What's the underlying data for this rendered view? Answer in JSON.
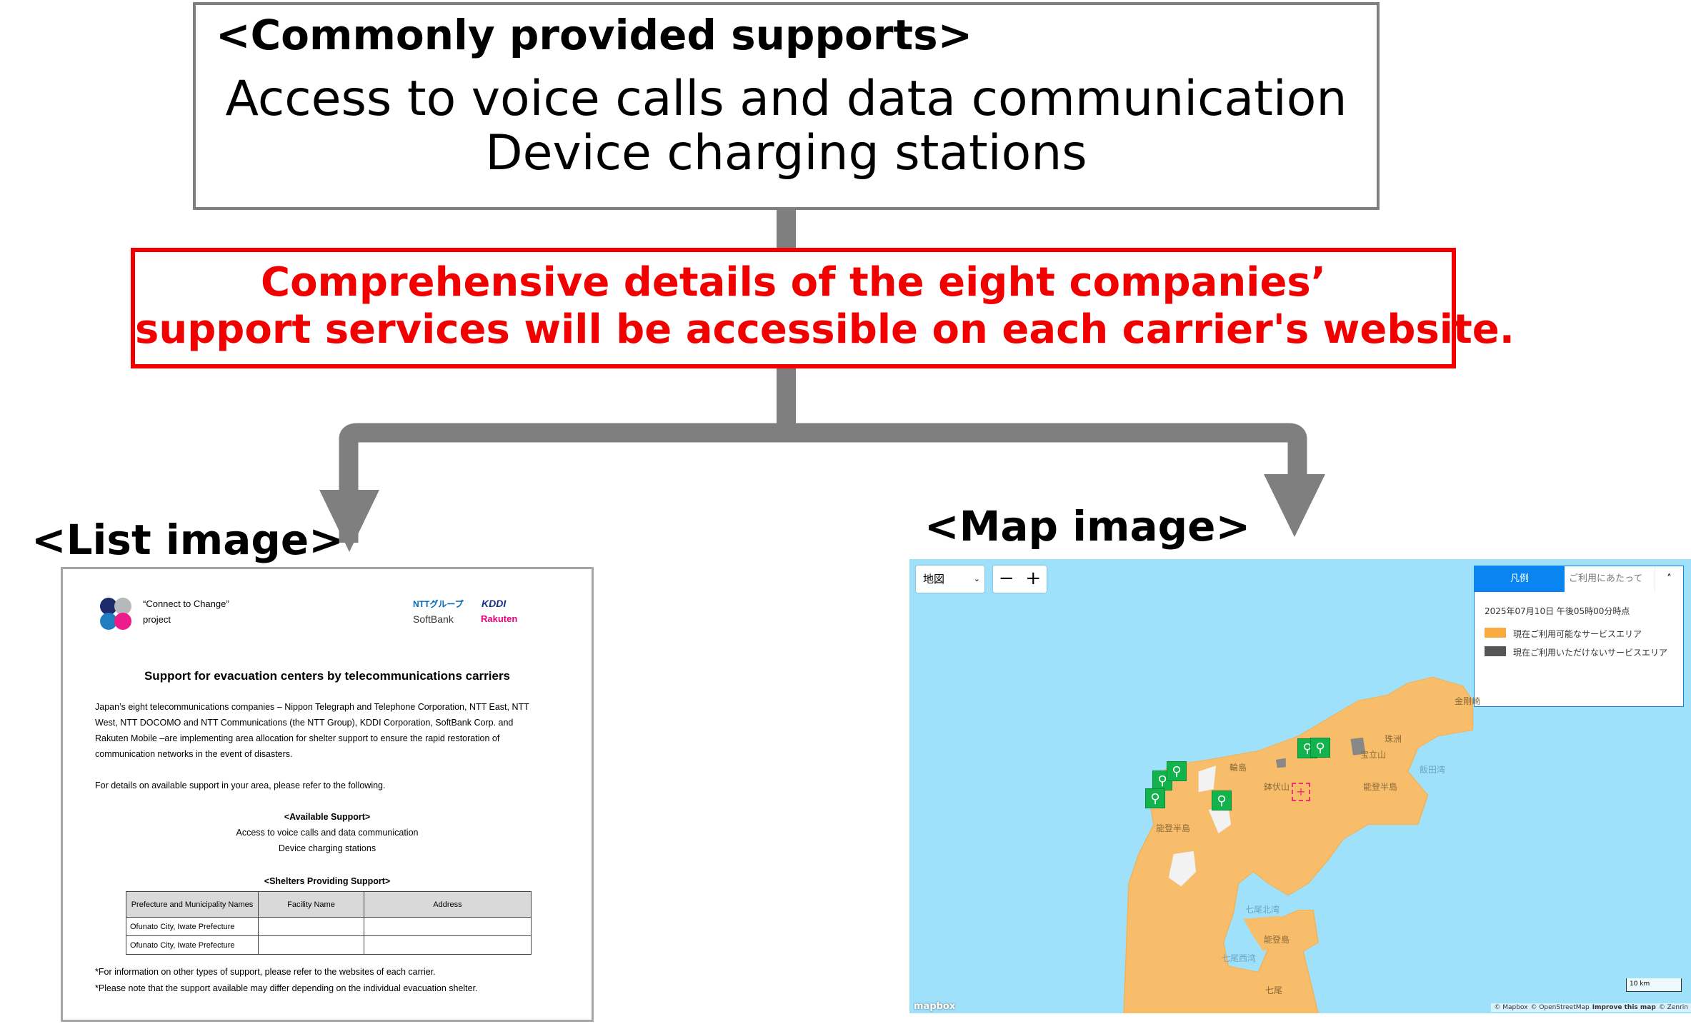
{
  "top_box": {
    "title": "<Commonly provided supports>",
    "lines": [
      "Access to voice calls and data communication",
      "Device charging stations"
    ]
  },
  "red_box": {
    "lines": [
      "Comprehensive details of the eight companies’",
      "support services will be accessible on each carrier's website."
    ]
  },
  "list_label": "<List image>",
  "map_label": "<Map image>",
  "doc": {
    "logo_text": [
      "“Connect to Change”",
      "project"
    ],
    "carrier_logos": [
      "NTTグループ",
      "KDDI",
      "SoftBank",
      "Rakuten"
    ],
    "title": "Support for evacuation centers by telecommunications carriers",
    "body_lines": [
      "Japan’s eight telecommunications companies – Nippon Telegraph and Telephone Corporation, NTT East, NTT",
      "West, NTT DOCOMO and NTT Communications (the NTT Group), KDDI Corporation, SoftBank Corp. and",
      "Rakuten Mobile –are implementing area allocation for shelter support to ensure the rapid restoration of",
      "communication networks in the event of disasters."
    ],
    "refer_line": "For details on available support in your area, please refer to the following.",
    "available_heading": "<Available Support>",
    "available_items": [
      "Access to voice calls and data communication",
      "Device charging stations"
    ],
    "shelters_heading": "<Shelters Providing Support>",
    "table": {
      "headers": [
        "Prefecture and Municipality Names",
        "Facility Name",
        "Address"
      ],
      "rows": [
        [
          "Ofunato City, Iwate Prefecture",
          "",
          ""
        ],
        [
          "Ofunato City, Iwate Prefecture",
          "",
          ""
        ]
      ]
    },
    "notes": [
      "*For information on other types of support, please refer to the websites of each carrier.",
      "*Please note that the support available may differ depending on the individual evacuation shelter."
    ]
  },
  "map": {
    "layer_select": "地図",
    "zoom_out": "−",
    "zoom_in": "+",
    "legend_tab": "凡例",
    "usage_tab": "ご利用にあたって",
    "collapse": "˄",
    "timestamp": "2025年07月10日 午後05時00分時点",
    "legend_items": [
      {
        "label": "現在ご利用可能なサービスエリア",
        "color": "#f9ab40"
      },
      {
        "label": "現在ご利用いただけないサービスエリア",
        "color": "#555555"
      }
    ],
    "place_labels": [
      "輪島",
      "珠洲",
      "宝立山",
      "鉢伏山",
      "能登半島",
      "能登半島",
      "能登島",
      "七尾",
      "金剛崎"
    ],
    "water_labels": [
      "飯田湾",
      "七尾北湾",
      "七尾西湾"
    ],
    "scale": "10 km",
    "logo": "mapbox",
    "attribution": [
      "© Mapbox",
      "© OpenStreetMap",
      "Improve this map",
      "© Zenrin"
    ]
  },
  "colors": {
    "accent_red": "#f20000",
    "connector_gray": "#7f7f7f",
    "land": "#f7bd6a",
    "sea": "#9fe1fb",
    "legend_blue": "#0a84f0",
    "marker_green": "#11b34a"
  }
}
